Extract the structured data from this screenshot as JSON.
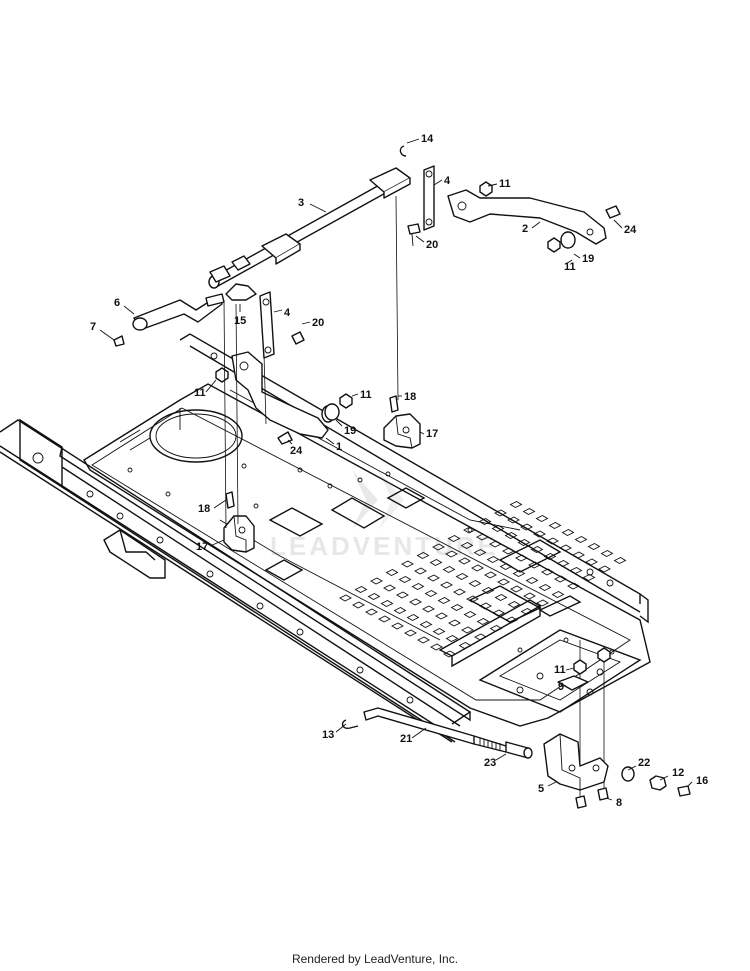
{
  "diagram": {
    "watermark": "LEADVENTURE",
    "callouts": [
      "14",
      "4",
      "11",
      "3",
      "2",
      "24",
      "20",
      "11",
      "19",
      "6",
      "15",
      "4",
      "7",
      "20",
      "11",
      "11",
      "18",
      "19",
      "17",
      "24",
      "1",
      "18",
      "17",
      "13",
      "21",
      "23",
      "11",
      "9",
      "22",
      "12",
      "16",
      "5",
      "8"
    ],
    "footer": "Rendered by LeadVenture, Inc."
  }
}
